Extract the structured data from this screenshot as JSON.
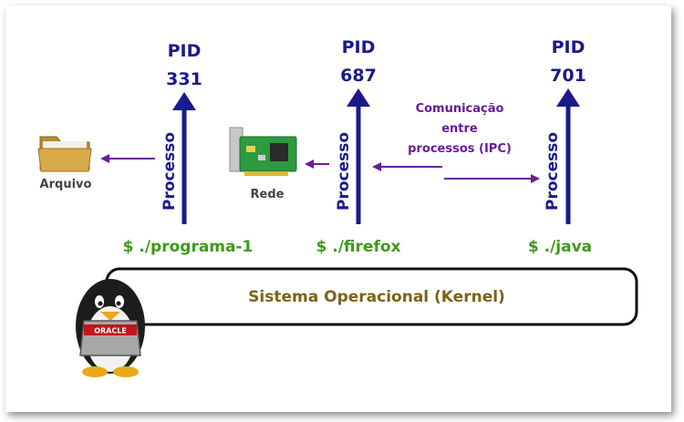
{
  "processes": [
    {
      "pid_label": "PID",
      "pid": "331",
      "process_label": "Processo",
      "command": "$ ./programa-1"
    },
    {
      "pid_label": "PID",
      "pid": "687",
      "process_label": "Processo",
      "command": "$ ./firefox"
    },
    {
      "pid_label": "PID",
      "pid": "701",
      "process_label": "Processo",
      "command": "$ ./java"
    }
  ],
  "resources": {
    "file_label": "Arquivo",
    "network_label": "Rede"
  },
  "ipc": {
    "line1": "Comunicação",
    "line2": "entre",
    "line3": "processos (IPC)"
  },
  "kernel": {
    "label": "Sistema Operacional (Kernel)",
    "badge_text": "ORACLE"
  },
  "colors": {
    "process_arrow": "#1a1a8c",
    "resource_arrow": "#6a1a9a",
    "command": "#3f9a17",
    "kernel_text": "#7a6416"
  },
  "icons": [
    "folder-icon",
    "network-card-icon",
    "tux-penguin-icon"
  ]
}
